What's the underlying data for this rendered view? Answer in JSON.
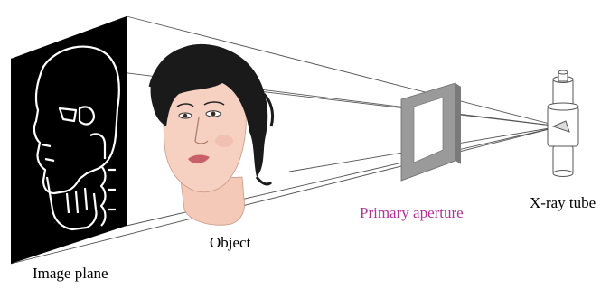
{
  "labels": {
    "image_plane": "Image plane",
    "object": "Object",
    "primary_aperture": "Primary aperture",
    "xray_tube": "X-ray tube"
  },
  "colors": {
    "aperture_label": "#b0329a",
    "image_plane": "#000000",
    "skin": "#f4c9b8",
    "hair": "#1a1a1a",
    "aperture_frame": "#9a9a9a"
  }
}
